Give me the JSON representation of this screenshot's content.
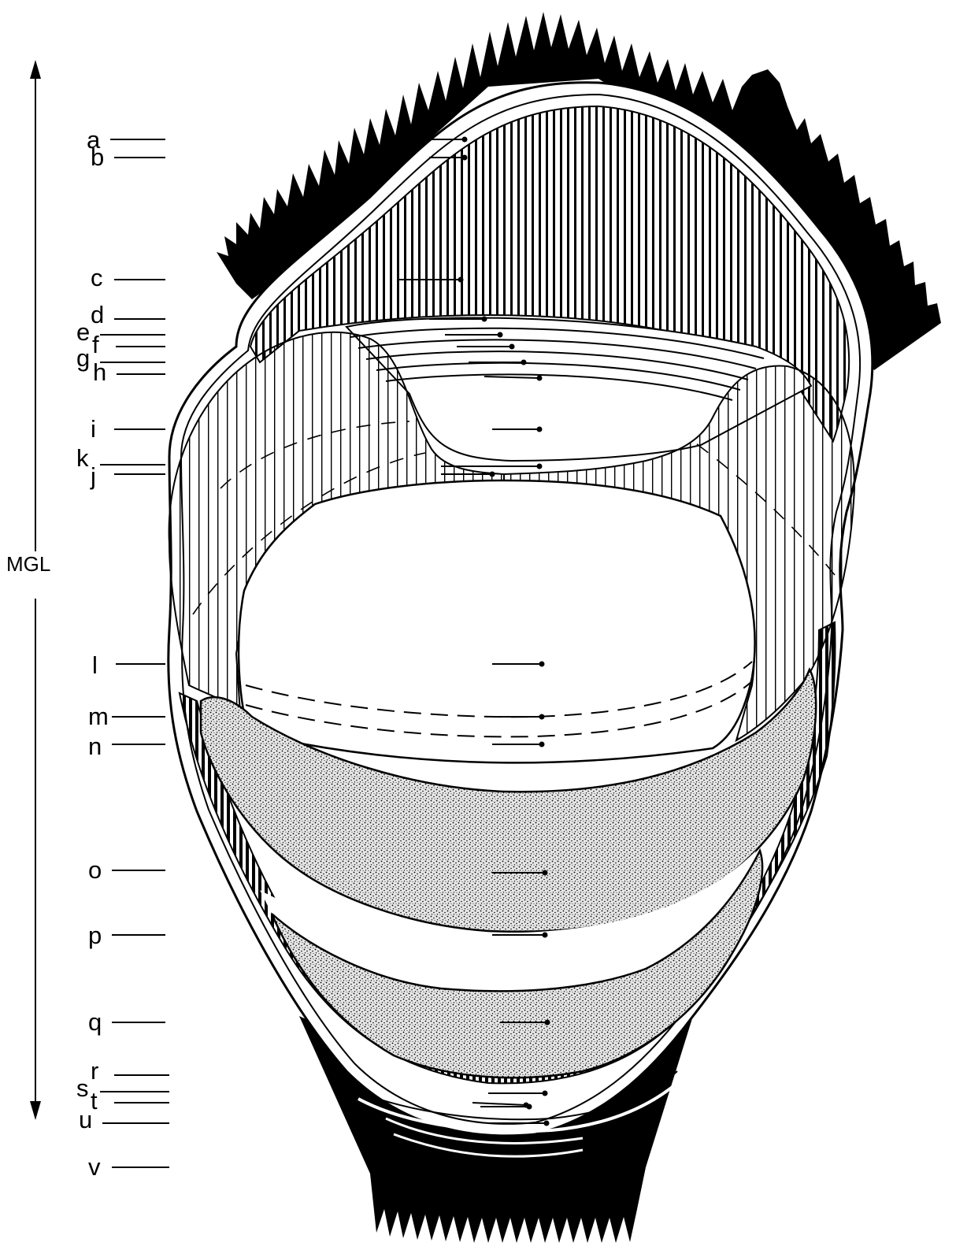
{
  "diagram": {
    "axis_label": "MGL",
    "labels": [
      "a",
      "b",
      "c",
      "d",
      "e",
      "f",
      "g",
      "h",
      "i",
      "k",
      "j",
      "l",
      "m",
      "n",
      "o",
      "p",
      "q",
      "r",
      "s",
      "t",
      "u",
      "v"
    ]
  },
  "colors": {
    "ink": "#000000",
    "paper": "#ffffff"
  }
}
